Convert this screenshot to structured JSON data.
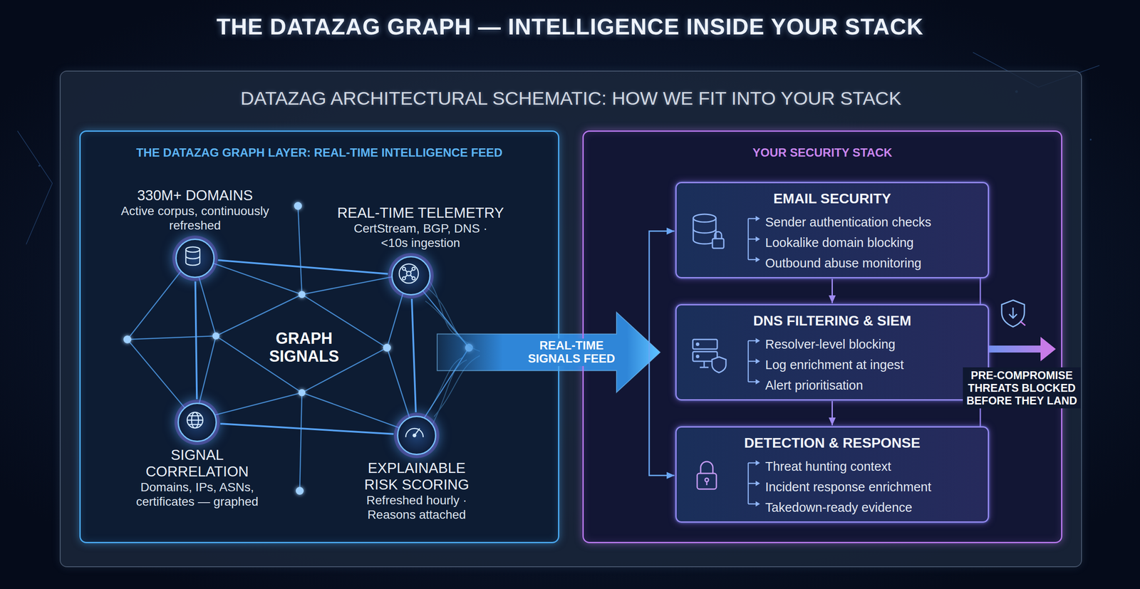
{
  "diagram": {
    "title": "THE DATAZAG GRAPH — INTELLIGENCE INSIDE YOUR STACK",
    "nodes": [
      {
        "text": [
          "DATAZAG ARCHITECTURAL SCHEMATIC: HOW WE FIT INTO YOUR STACK"
        ]
      },
      {
        "text": [
          "THE DATAZAG GRAPH LAYER: REAL-TIME INTELLIGENCE FEED"
        ],
        "in": 0
      },
      {
        "text": [
          "330M+ DOMAINS",
          "Active corpus, continuously refreshed"
        ],
        "in": 1
      },
      {
        "text": [
          "REAL-TIME TELEMETRY",
          "CertStream, BGP, DNS · <10s ingestion"
        ],
        "in": 1
      },
      {
        "text": [
          "SIGNAL CORRELATION",
          "Domains, IPs, ASNs, certificates — graphed"
        ],
        "in": 1
      },
      {
        "text": [
          "EXPLAINABLE RISK SCORING",
          "Refreshed hourly · Reasons attached"
        ],
        "in": 1
      },
      {
        "text": [
          "YOUR SECURITY STACK"
        ],
        "in": 0
      },
      {
        "text": [
          "EMAIL SECURITY",
          "Sender authentication checks",
          "Lookalike domain blocking",
          "Outbound abuse monitoring"
        ],
        "in": 6
      },
      {
        "text": [
          "DNS FILTERING & SIEM",
          "Resolver-level blocking",
          "Log enrichment at ingest",
          "Alert prioritisation"
        ],
        "in": 6
      },
      {
        "text": [
          "DETECTION & RESPONSE",
          "Threat hunting context",
          "Incident response enrichment",
          "Takedown-ready evidence"
        ],
        "in": 6
      }
    ],
    "edges": [
      {
        "from": 2,
        "to": 3,
        "arrow": "none"
      },
      {
        "from": 2,
        "to": 4,
        "arrow": "none"
      },
      {
        "from": 4,
        "to": 5,
        "arrow": "none"
      },
      {
        "from": 3,
        "to": 5,
        "arrow": "none"
      },
      {
        "from": 1,
        "to": 8,
        "label": "REAL-TIME SIGNALS FEED",
        "arrow": "to"
      },
      {
        "from": 1,
        "to": 7,
        "arrow": "to"
      },
      {
        "from": 1,
        "to": 9,
        "arrow": "to"
      },
      {
        "from": 7,
        "to": 8,
        "arrow": "to"
      },
      {
        "from": 8,
        "to": 9,
        "arrow": "to"
      }
    ],
    "labels": [
      "GRAPH SIGNALS",
      "PRE-COMPROMISE THREATS BLOCKED BEFORE THEY LAND"
    ]
  }
}
